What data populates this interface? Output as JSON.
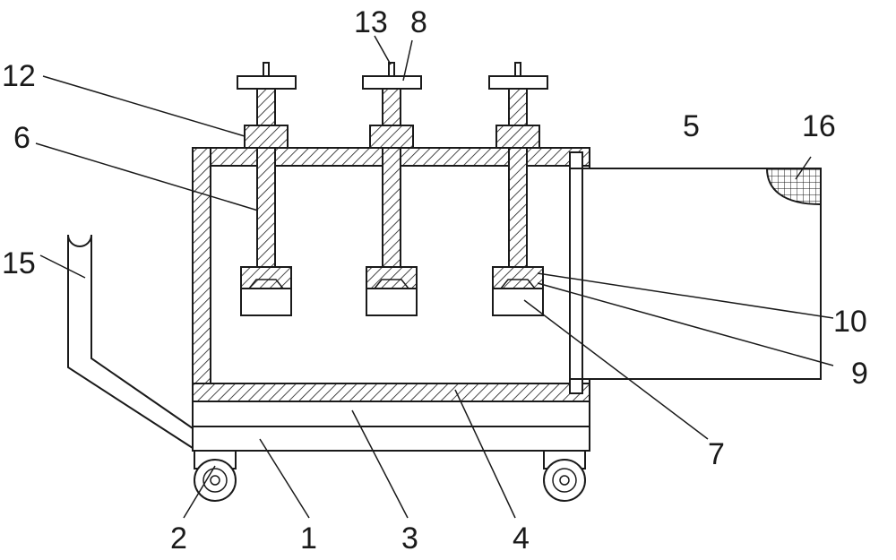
{
  "labels": {
    "l1": "1",
    "l2": "2",
    "l3": "3",
    "l4": "4",
    "l5": "5",
    "l6": "6",
    "l7": "7",
    "l8": "8",
    "l9": "9",
    "l10": "10",
    "l12": "12",
    "l13": "13",
    "l15": "15",
    "l16": "16"
  }
}
